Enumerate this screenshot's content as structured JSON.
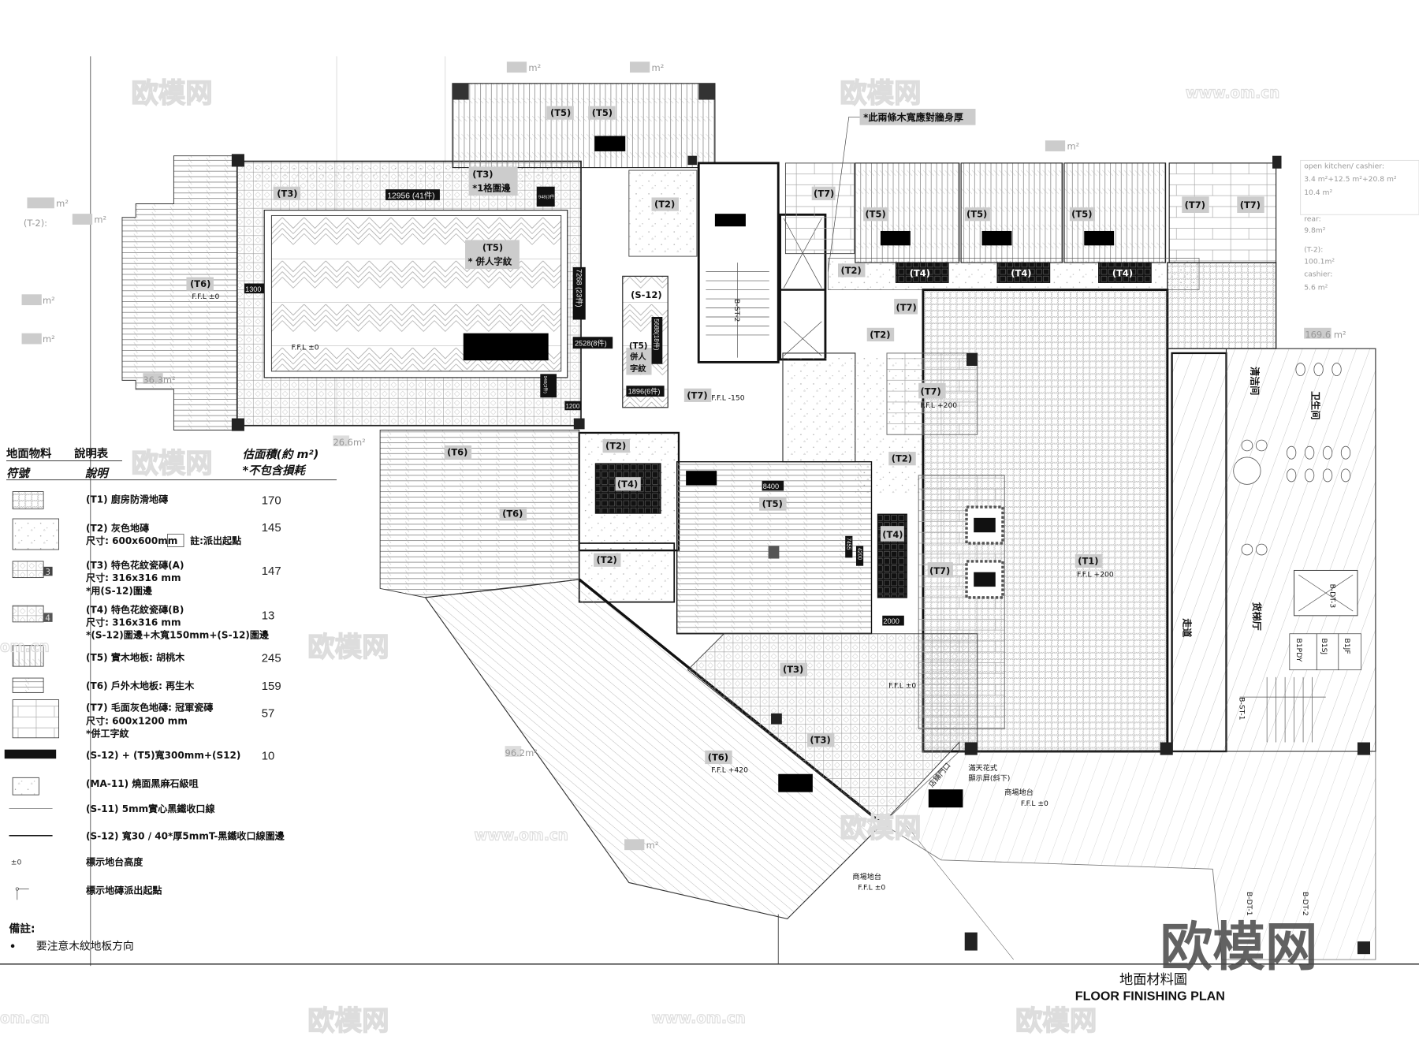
{
  "drawing": {
    "title_cn": "地面材料圖",
    "title_en": "FLOOR FINISHING PLAN",
    "watermark": "欧模网",
    "watermark_url": "www.om.cn",
    "watermark_url_short": "om.cn"
  },
  "legend": {
    "header_a": "地面物料",
    "header_b": "說明表",
    "sub_a": "符號",
    "sub_b": "說明",
    "area_header": "估面積(約 m²)",
    "area_note": "*不包含損耗",
    "items": [
      {
        "lines": [
          "(T1) 廚房防滑地磚"
        ],
        "area": "170"
      },
      {
        "lines": [
          "(T2) 灰色地磚",
          "尺寸: 600x600mm",
          "註:派出起點"
        ],
        "area": "145"
      },
      {
        "lines": [
          "(T3) 特色花紋瓷磚(A)",
          "尺寸:    316x316 mm",
          "*用(S-12)圍邊"
        ],
        "area": "147",
        "badge": "3"
      },
      {
        "lines": [
          "(T4) 特色花紋瓷磚(B)",
          "尺寸:    316x316 mm",
          "*(S-12)圍邊+木寬150mm+(S-12)圍邊"
        ],
        "area": "13",
        "badge": "4"
      },
      {
        "lines": [
          "(T5) 實木地板: 胡桃木"
        ],
        "area": "245"
      },
      {
        "lines": [
          "(T6) 戶外木地板: 再生木"
        ],
        "area": "159"
      },
      {
        "lines": [
          "(T7) 毛面灰色地磚:  冠軍瓷磚",
          "尺寸:    600x1200 mm",
          "*併工字紋"
        ],
        "area": "57"
      },
      {
        "lines": [
          "(S-12) + (T5)寬300mm+(S12)"
        ],
        "area": "10"
      },
      {
        "lines": [
          "(MA-11) 燒面黑麻石級咀"
        ]
      },
      {
        "lines": [
          "(S-11) 5mm實心黑鐵收口線"
        ]
      },
      {
        "lines": [
          "(S-12) 寬30 / 40*厚5mmT-黑鐵收口線圍邊"
        ]
      },
      {
        "lines": [
          "標示地台高度"
        ],
        "symbol": "±0"
      },
      {
        "lines": [
          "標示地磚派出起點"
        ]
      }
    ],
    "remarks_title": "備註:",
    "remarks": [
      "要注意木紋地板方向"
    ]
  },
  "plan": {
    "tags": [
      "(T5)",
      "(T5)",
      "(T3)",
      "(T3)",
      "*1格圍邊",
      "(T5)",
      "* 併人字紋",
      "(T6)",
      "(S-12)",
      "(T5)",
      "併人",
      "字紋",
      "(T2)",
      "(T7)",
      "(T5)",
      "(T5)",
      "(T5)",
      "(T7)",
      "(T7)",
      "(T2)",
      "(T4)",
      "(T4)",
      "(T4)",
      "(T7)",
      "(T2)",
      "(T7)",
      "(T7)",
      "(T6)",
      "(T2)",
      "(T4)",
      "(T6)",
      "(T2)",
      "(T5)",
      "(T4)",
      "(T2)",
      "(T7)",
      "(T1)",
      "(T3)",
      "(T3)",
      "(T6)"
    ],
    "dimensions": [
      "12956 (41件)",
      "948(3件)",
      "1300",
      "7268 (23件)",
      "2528(8件)",
      "5688(18件)",
      "1896(6件)",
      "948(3件)",
      "1200",
      "8400",
      "7455",
      "4200",
      "2000"
    ],
    "rooms": [
      "走道",
      "货梯厅",
      "卫生间",
      "清洁间"
    ],
    "codes": [
      "B-ST-2",
      "B-ST-1",
      "B-DT-3",
      "B-DT-1",
      "B-DT-2",
      "B1PDY",
      "B1SJ",
      "B1JF"
    ],
    "callout": "*此兩條木寬應對牆身厚",
    "notes": [
      "F.F.L ±0",
      "F.F.L ±0",
      "F.F.L -150",
      "F.F.L +200",
      "F.F.L +200",
      "F.F.L ±0",
      "F.F.L +420",
      "F.F.L ±0",
      "F.F.L ±0",
      "滿天花式",
      "顯示屏(斜下)",
      "商場地台",
      "店鋪門口",
      "商場地台"
    ],
    "areas": [
      "36.3m²",
      "169.6 m²",
      "26.6m²",
      "96.2m²",
      "m²",
      "m²",
      "m²",
      "m²",
      "m²",
      "m²",
      "m²",
      "m²"
    ],
    "side_box": {
      "l1": "open kitchen/ cashier:",
      "l2": "3.4 m²+12.5 m²+20.8 m²",
      "l3": "10.4 m²",
      "l4": "rear:",
      "l5": "9.8m²",
      "l6": "(T-2):",
      "l7": "100.1m²",
      "l8": "cashier:",
      "l9": "5.6 m²"
    },
    "left_box": {
      "l1": "(T-2):"
    }
  }
}
